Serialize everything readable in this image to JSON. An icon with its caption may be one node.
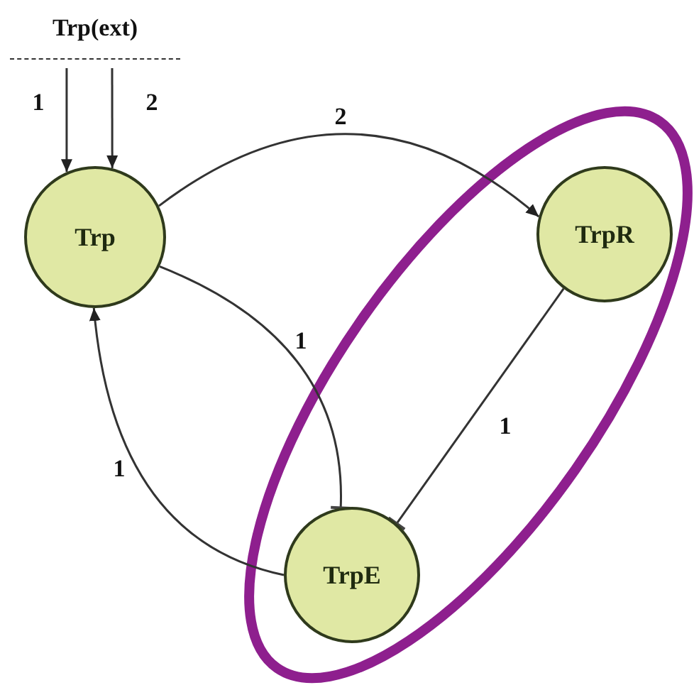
{
  "diagram": {
    "nodes": [
      {
        "text": [
          "Trp(ext)"
        ]
      },
      {
        "text": [
          "Trp"
        ]
      },
      {
        "text": [
          "TrpR"
        ]
      },
      {
        "text": [
          "TrpE"
        ]
      }
    ],
    "edges": [
      {
        "from": 0,
        "to": 1,
        "arrow": "to",
        "label": "1"
      },
      {
        "from": 0,
        "to": 1,
        "arrow": "to",
        "label": "2"
      },
      {
        "from": 1,
        "to": 2,
        "arrow": "to",
        "label": "2"
      },
      {
        "from": 1,
        "to": 3,
        "arrow": "other",
        "label": "1"
      },
      {
        "from": 2,
        "to": 3,
        "arrow": "other",
        "label": "1"
      },
      {
        "from": 3,
        "to": 1,
        "arrow": "to",
        "label": "1"
      }
    ]
  }
}
